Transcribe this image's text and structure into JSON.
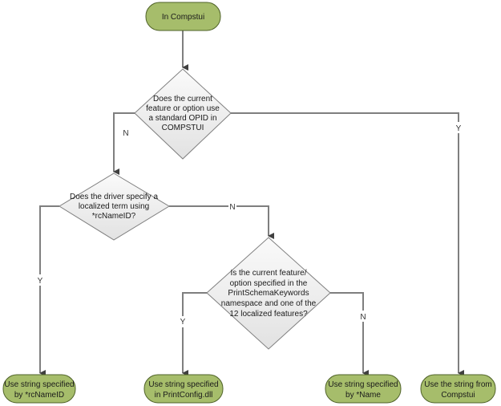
{
  "start": "In Compstui",
  "decisions": [
    {
      "lines": [
        "Does the current",
        "feature or option use",
        "a standard OPID in",
        "COMPSTUI"
      ]
    },
    {
      "lines": [
        "Does the driver specify a",
        "localized term using",
        "*rcNameID?"
      ]
    },
    {
      "lines": [
        "Is the current feature/",
        "option specified in the",
        "PrintSchemaKeywords",
        "namespace and one of the",
        "12 localized features?"
      ]
    }
  ],
  "outcomes": [
    {
      "lines": [
        "Use string specified",
        "by *rcNameID"
      ]
    },
    {
      "lines": [
        "Use string specified",
        "in PrintConfig.dll"
      ]
    },
    {
      "lines": [
        "Use string specified",
        "by *Name"
      ]
    },
    {
      "lines": [
        "Use the string from",
        "Compstui"
      ]
    }
  ],
  "branch_labels": {
    "d1_no": "N",
    "d1_yes": "Y",
    "d2_yes": "Y",
    "d2_no": "N",
    "d3_yes": "Y",
    "d3_no": "N"
  },
  "colors": {
    "terminal": "#a6bd6b",
    "terminal_border": "#4f6228",
    "decision": "#ececec",
    "connector": "#7f7f7f"
  }
}
